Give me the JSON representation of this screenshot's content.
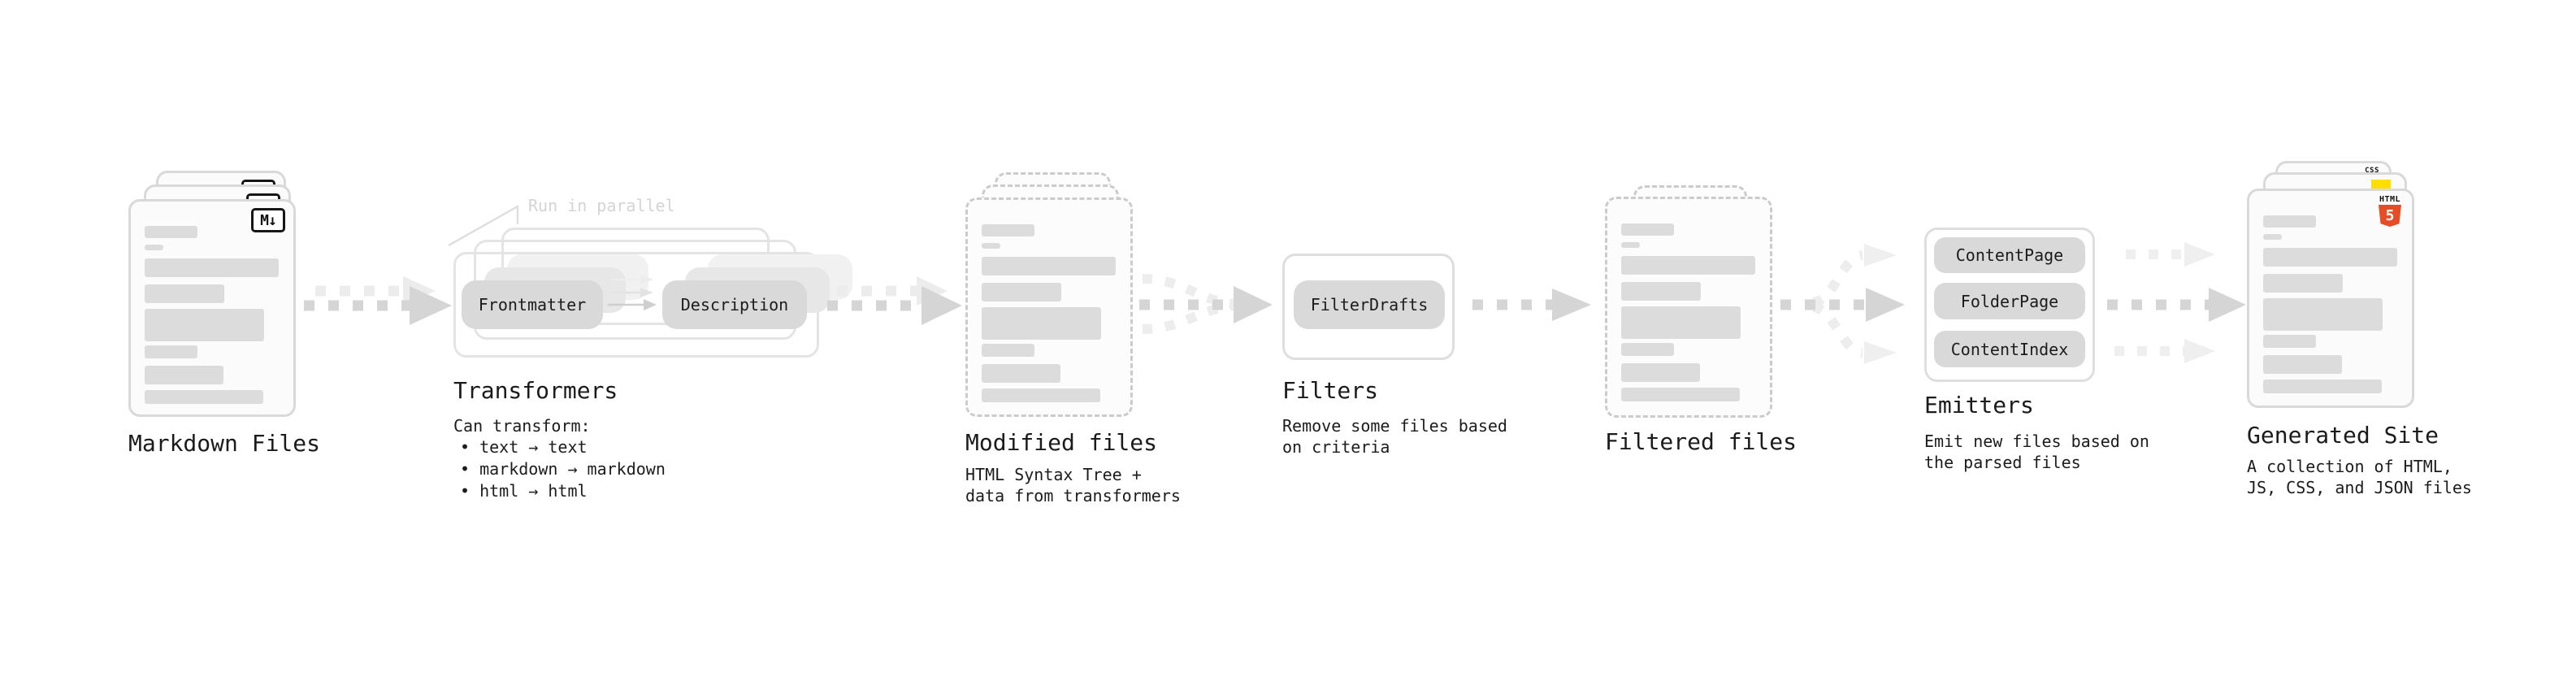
{
  "sections": {
    "markdown_files": {
      "title": "Markdown Files",
      "badge": "M↓"
    },
    "transformers": {
      "title": "Transformers",
      "annotation": "Run in parallel",
      "pills": [
        "Frontmatter",
        "Description"
      ],
      "subtitle": "Can transform:",
      "bullets": [
        "• text → text",
        "• markdown → markdown",
        "• html → html"
      ]
    },
    "modified_files": {
      "title": "Modified files",
      "subtitle": "HTML Syntax Tree +\ndata from transformers"
    },
    "filters": {
      "title": "Filters",
      "pills": [
        "FilterDrafts"
      ],
      "subtitle": "Remove some files based\non criteria"
    },
    "filtered_files": {
      "title": "Filtered files"
    },
    "emitters": {
      "title": "Emitters",
      "pills": [
        "ContentPage",
        "FolderPage",
        "ContentIndex"
      ],
      "subtitle": "Emit new files based on\nthe parsed files"
    },
    "generated_site": {
      "title": "Generated Site",
      "subtitle": "A collection of HTML,\nJS, CSS, and JSON files",
      "badges": {
        "css": "CSS",
        "html_label": "HTML",
        "html_number": "5"
      }
    }
  },
  "colors": {
    "html5_orange": "#e44d26",
    "js_yellow": "#ffde00",
    "css_blue": "#2b5ce5",
    "arrow_gray": "#d5d5d5",
    "arrow_faint": "#ececec"
  }
}
